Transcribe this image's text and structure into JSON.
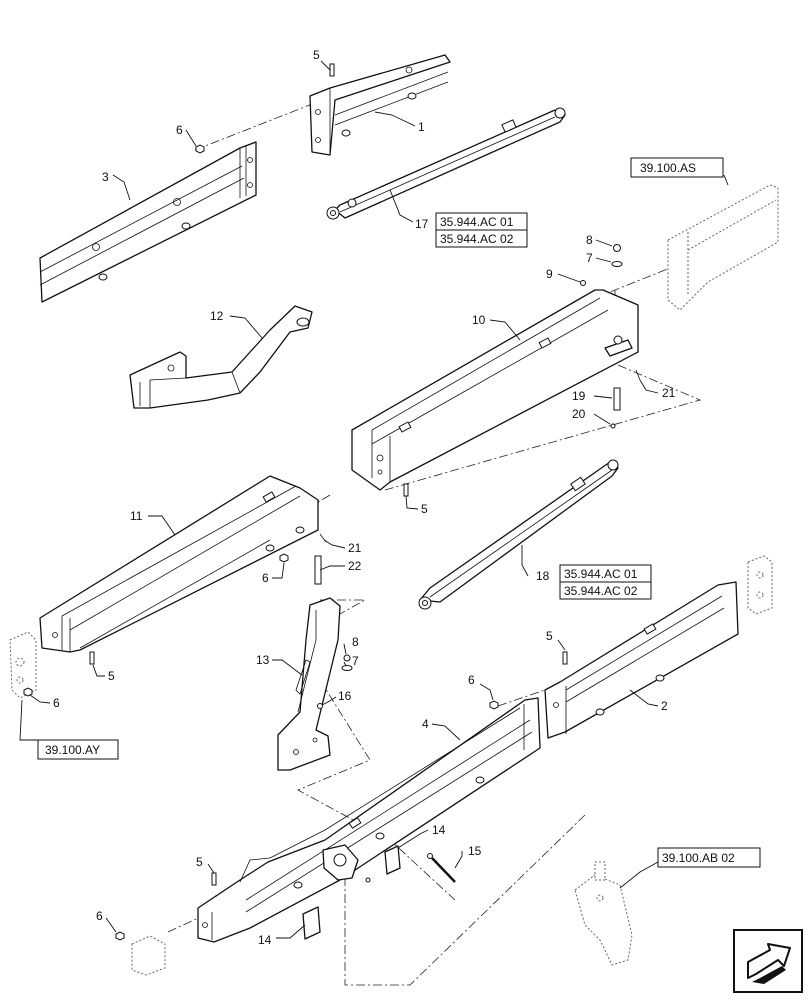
{
  "callouts": {
    "c1": "1",
    "c2": "2",
    "c3": "3",
    "c4": "4",
    "c5a": "5",
    "c5b": "5",
    "c5c": "5",
    "c5d": "5",
    "c5e": "5",
    "c6a": "6",
    "c6b": "6",
    "c6c": "6",
    "c6d": "6",
    "c6e": "6",
    "c7a": "7",
    "c7b": "7",
    "c8a": "8",
    "c8b": "8",
    "c9": "9",
    "c10": "10",
    "c11": "11",
    "c12": "12",
    "c13": "13",
    "c14a": "14",
    "c14b": "14",
    "c15": "15",
    "c16": "16",
    "c17": "17",
    "c18": "18",
    "c19": "19",
    "c20": "20",
    "c21a": "21",
    "c21b": "21",
    "c22": "22"
  },
  "references": {
    "r17a": "35.944.AC 01",
    "r17b": "35.944.AC 02",
    "r18a": "35.944.AC 01",
    "r18b": "35.944.AC 02",
    "ras": "39.100.AS",
    "ray": "39.100.AY",
    "rab": "39.100.AB 02"
  },
  "nav": {
    "icon": "next-page-arrow-icon"
  }
}
